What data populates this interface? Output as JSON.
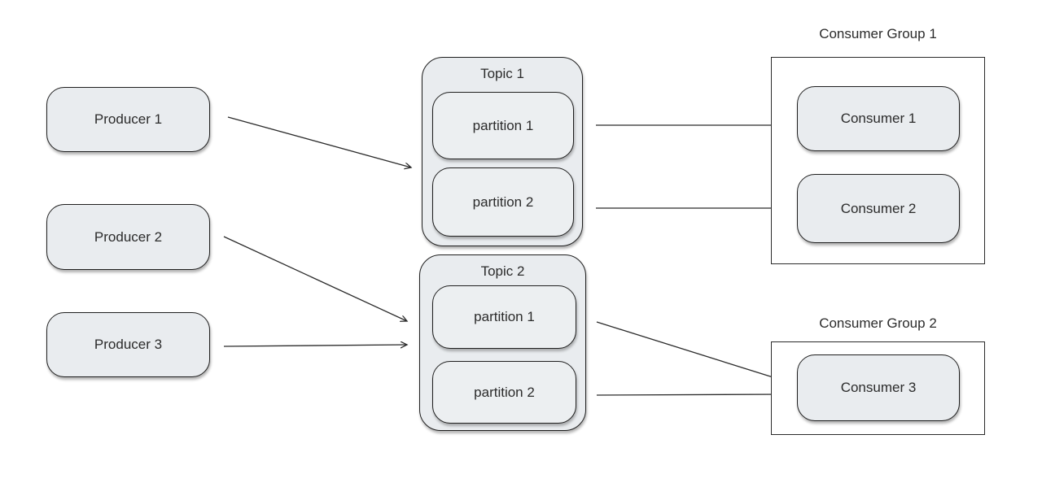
{
  "diagram": {
    "producers": [
      {
        "label": "Producer 1"
      },
      {
        "label": "Producer 2"
      },
      {
        "label": "Producer 3"
      }
    ],
    "topics": [
      {
        "title": "Topic 1",
        "partitions": [
          "partition 1",
          "partition 2"
        ]
      },
      {
        "title": "Topic 2",
        "partitions": [
          "partition 1",
          "partition 2"
        ]
      }
    ],
    "consumer_groups": [
      {
        "title": "Consumer Group 1",
        "consumers": [
          "Consumer 1",
          "Consumer 2"
        ]
      },
      {
        "title": "Consumer Group 2",
        "consumers": [
          "Consumer 3"
        ]
      }
    ],
    "edges": [
      {
        "from": "producer-1",
        "to": "topic-1"
      },
      {
        "from": "producer-2",
        "to": "topic-2"
      },
      {
        "from": "producer-3",
        "to": "topic-2"
      },
      {
        "from": "topic-1-partition-1",
        "to": "consumer-1"
      },
      {
        "from": "topic-1-partition-2",
        "to": "consumer-2"
      },
      {
        "from": "topic-2-partition-1",
        "to": "consumer-3"
      },
      {
        "from": "topic-2-partition-2",
        "to": "consumer-3"
      }
    ],
    "colors": {
      "node_fill": "#e9ecef",
      "node_border": "#1f1f1f",
      "group_border": "#2b2b2b",
      "arrow": "#2b2b2b",
      "background": "#ffffff"
    }
  }
}
